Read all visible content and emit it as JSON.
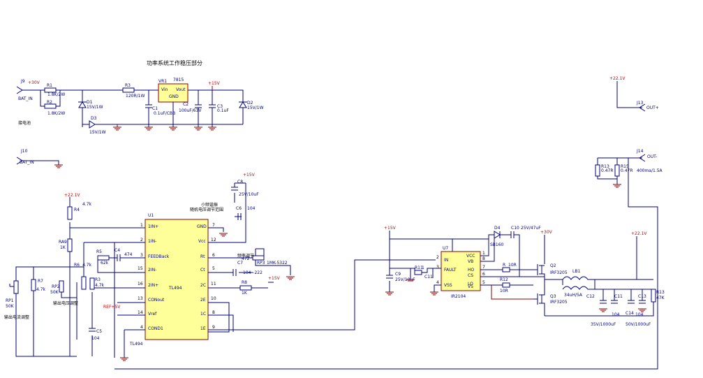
{
  "title": "功率系统工作稳压部分",
  "top_section": {
    "connector_j9": "J9",
    "net_30v": "+30V",
    "bat_in": "BAT_IN",
    "bat_note": "接电池",
    "r1": "R1",
    "r1_val": "1.8K/2W",
    "r2": "R2",
    "r2_val": "1.8K/2W",
    "r3": "R3",
    "r3_val": "120R/1W",
    "d1": "D1",
    "d1_val": "15V/1W",
    "d3": "D3",
    "d3_val": "15V/1W",
    "d2": "D2",
    "d2_val": "15V/1W",
    "vr1": "VR1",
    "vr1_part": "7815",
    "vin": "Vin",
    "vout": "Vout",
    "gnd_pin": "GND",
    "c1": "C1",
    "c1_val": "0.1uF/CBB",
    "c2": "C2",
    "c2_val": "100uF/63V",
    "c3": "C3",
    "c3_val": "0.1uF",
    "net_15v": "+15V"
  },
  "j10": {
    "label": "J10",
    "net": "BAT_IN"
  },
  "outputs": {
    "j13": "J13",
    "out_plus": "OUT+",
    "net_221v": "+22.1V",
    "j14": "J14",
    "out_minus": "OUT-",
    "r13": "R13",
    "r13_val": "0.47R",
    "r15": "R15",
    "r15_val": "0.47R",
    "current_note": "400ma/1.5A"
  },
  "pwm_section": {
    "net_221v": "+22.1V",
    "r4": "R4",
    "r4_val": "4.7k",
    "ra9": "RA9",
    "ra9_val": "1K",
    "r6": "R6",
    "r6_val": "4.7k",
    "r7": "R7",
    "r7_val": "4.7k",
    "r3": "R3",
    "r3_val": "4.7k",
    "rp1": "RP1",
    "rp1_val": "50K",
    "rp2": "RP2",
    "rp2_val": "50K",
    "rp1_note": "输出电流调整",
    "rp2_note": "输出电压调整",
    "r5": "R5",
    "r5_val": "62k",
    "c4": "C4",
    "c4_val": "474",
    "c5": "C5",
    "c5_val": "104",
    "ref5v": "REF+5V",
    "u1": "U1",
    "tl494": "TL494",
    "tl494_bottom": "TL494",
    "pins_left": [
      "1IN+",
      "1IN-",
      "FEEDBack",
      "2IN-",
      "2IN+",
      "CONout",
      "Vref",
      "COND1"
    ],
    "pins_right": [
      "GND",
      "Vcc",
      "Rt",
      "Ct",
      "2C",
      "2E",
      "1C",
      "1E"
    ],
    "pin_nums_left": [
      "1",
      "2",
      "3",
      "15",
      "16",
      "13",
      "14",
      "4"
    ],
    "pin_nums_right": [
      "7",
      "12",
      "6",
      "5",
      "11",
      "10",
      "8",
      "9"
    ],
    "net_15v": "+15V",
    "c8": "C8",
    "c8_val": "25V/10uF",
    "c6": "C6",
    "c6_val": "104",
    "c7": "C7",
    "c7_val": "472",
    "c7_note": "104~222",
    "rp3": "RP3",
    "rp3_val": "1MK-5322",
    "rp3_note": "频率调节",
    "note_a": "小频谐振",
    "note_b": "随机电压调节范围",
    "r8": "R8",
    "r8_val": "1K",
    "net_15v_b": "+15V"
  },
  "driver_section": {
    "net_15v": "+15V",
    "u7": "U7",
    "ir2104": "IR2104",
    "pins_left": [
      "IN",
      "FAULT",
      "VSS"
    ],
    "pins_right": [
      "VCC",
      "VB",
      "HO",
      "CS",
      "LO",
      "VS"
    ],
    "pin_nums_l": [
      "2",
      "3",
      "4"
    ],
    "pin_nums_r": [
      "1",
      "8",
      "7",
      "6",
      "5"
    ],
    "c9": "C9",
    "c9_val": "25V/10uF",
    "r11": "R11",
    "r11_val": "1",
    "c11": "C11",
    "d4": "D4",
    "d4_val": "SB160",
    "c10": "C10",
    "c10_val": "25V/47uF",
    "r_ho": "R",
    "r_ho_val": "10R",
    "r12": "R12",
    "r12_val": "10R",
    "q2": "Q2",
    "q2_part": "IRF3205",
    "q3": "Q3",
    "q3_part": "IRF3205",
    "net_30v": "+30V",
    "lb1": "LB1",
    "lb1_val": "34uH/5A",
    "c12": "C12",
    "c11b": "C11",
    "c11b_val": "104",
    "c14": "C14",
    "c14_val": "50V/1000uF",
    "c13": "C13",
    "c13_val": "104",
    "c15_val": "35V/1000uF",
    "net_221v": "+22.1V",
    "r13": "R13",
    "r13_val": "47K"
  }
}
